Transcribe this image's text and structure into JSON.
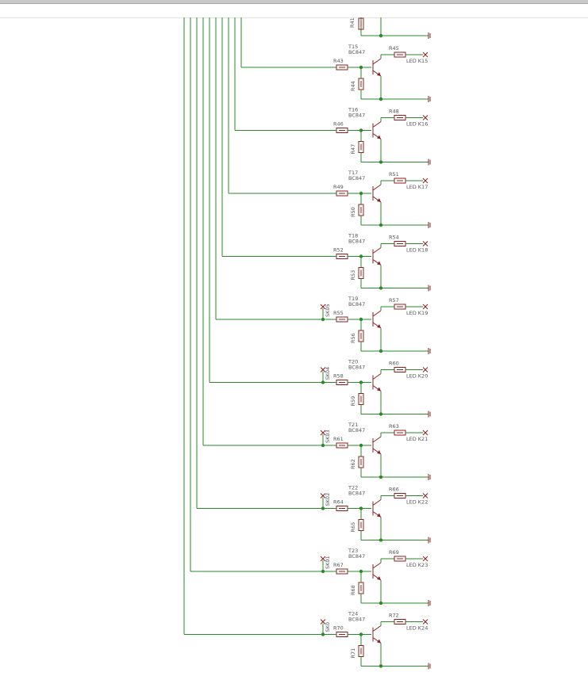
{
  "schematic": {
    "colors": {
      "wire": "#2a8a2a",
      "component": "#8a2020",
      "label": "#555555",
      "background": "#ffffff"
    },
    "top_partial": {
      "resistor_label": "R41"
    },
    "stages": [
      {
        "transistor": "T15",
        "type": "BC847",
        "base_resistor": "R43",
        "pulldown_resistor": "R44",
        "collector_resistor": "R45",
        "led": "LED K15",
        "input": ""
      },
      {
        "transistor": "T16",
        "type": "BC847",
        "base_resistor": "R46",
        "pulldown_resistor": "R47",
        "collector_resistor": "R48",
        "led": "LED K16",
        "input": ""
      },
      {
        "transistor": "T17",
        "type": "BC847",
        "base_resistor": "R49",
        "pulldown_resistor": "R50",
        "collector_resistor": "R51",
        "led": "LED K17",
        "input": ""
      },
      {
        "transistor": "T18",
        "type": "BC847",
        "base_resistor": "R52",
        "pulldown_resistor": "R53",
        "collector_resistor": "R54",
        "led": "LED K18",
        "input": ""
      },
      {
        "transistor": "T19",
        "type": "BC847",
        "base_resistor": "R55",
        "pulldown_resistor": "R56",
        "collector_resistor": "R57",
        "led": "LED K19",
        "input": "SK05"
      },
      {
        "transistor": "T20",
        "type": "BC847",
        "base_resistor": "R58",
        "pulldown_resistor": "R59",
        "collector_resistor": "R60",
        "led": "LED K20",
        "input": "SK04"
      },
      {
        "transistor": "T21",
        "type": "BC847",
        "base_resistor": "R61",
        "pulldown_resistor": "R62",
        "collector_resistor": "R63",
        "led": "LED K21",
        "input": "SK03"
      },
      {
        "transistor": "T22",
        "type": "BC847",
        "base_resistor": "R64",
        "pulldown_resistor": "R65",
        "collector_resistor": "R66",
        "led": "LED K22",
        "input": "SK02"
      },
      {
        "transistor": "T23",
        "type": "BC847",
        "base_resistor": "R67",
        "pulldown_resistor": "R68",
        "collector_resistor": "R69",
        "led": "LED K23",
        "input": "SK01"
      },
      {
        "transistor": "T24",
        "type": "BC847",
        "base_resistor": "R70",
        "pulldown_resistor": "R71",
        "collector_resistor": "R72",
        "led": "LED K24",
        "input": "SK0"
      }
    ]
  }
}
